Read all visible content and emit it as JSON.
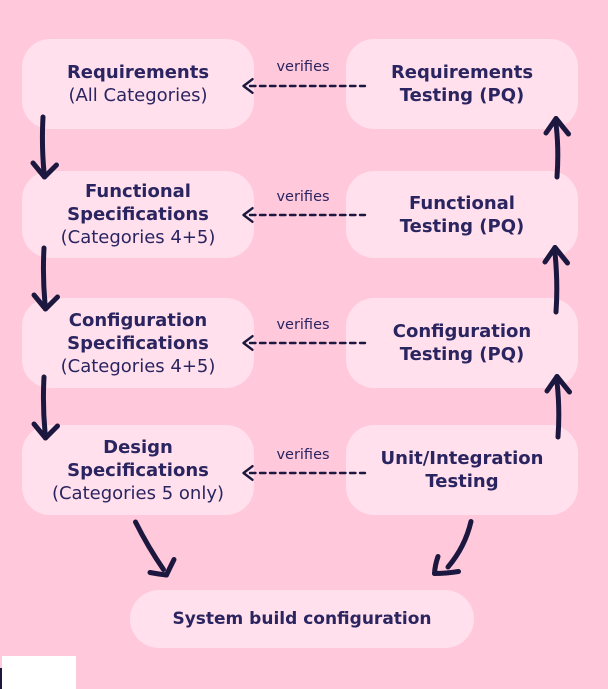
{
  "colors": {
    "background": "#ffc8db",
    "box": "#ffe0ec",
    "text": "#2a2460",
    "arrow": "#1b173f",
    "white_box": "#ffffff"
  },
  "rows": [
    {
      "left": {
        "title1": "Requirements",
        "title2": "",
        "subtitle": "(All Categories)"
      },
      "verify": "verifies",
      "right": {
        "title1": "Requirements",
        "title2": "Testing (PQ)"
      }
    },
    {
      "left": {
        "title1": "Functional",
        "title2": "Specifications",
        "subtitle": "(Categories 4+5)"
      },
      "verify": "verifies",
      "right": {
        "title1": "Functional",
        "title2": "Testing (PQ)"
      }
    },
    {
      "left": {
        "title1": "Configuration",
        "title2": "Specifications",
        "subtitle": "(Categories 4+5)"
      },
      "verify": "verifies",
      "right": {
        "title1": "Configuration",
        "title2": "Testing (PQ)"
      }
    },
    {
      "left": {
        "title1": "Design",
        "title2": "Specifications",
        "subtitle": "(Categories 5 only)"
      },
      "verify": "verifies",
      "right": {
        "title1": "Unit/Integration",
        "title2": "Testing"
      }
    }
  ],
  "bottom": {
    "label": "System build configuration"
  }
}
